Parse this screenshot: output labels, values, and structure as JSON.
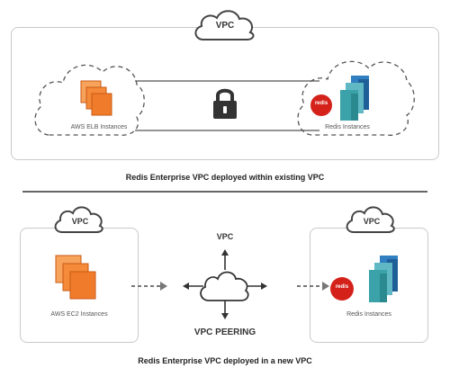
{
  "top": {
    "vpc_label": "VPC",
    "left_label": "AWS ELB Instances",
    "right_label": "Redis Instances",
    "caption": "Redis Enterprise VPC deployed within existing VPC",
    "redis_badge": "redis"
  },
  "bottom": {
    "left_vpc_label": "VPC",
    "right_vpc_label": "VPC",
    "center_top_label": "VPC",
    "peering_label": "VPC PEERING",
    "left_label": "AWS EC2 Instances",
    "right_label": "Redis Instances",
    "caption": "Redis Enterprise VPC deployed in a new VPC",
    "redis_badge": "redis"
  },
  "colors": {
    "orange": "#f07b2b",
    "redis_red": "#d4221b",
    "teal": "#3aa2a8",
    "blue": "#2f7fc1"
  }
}
